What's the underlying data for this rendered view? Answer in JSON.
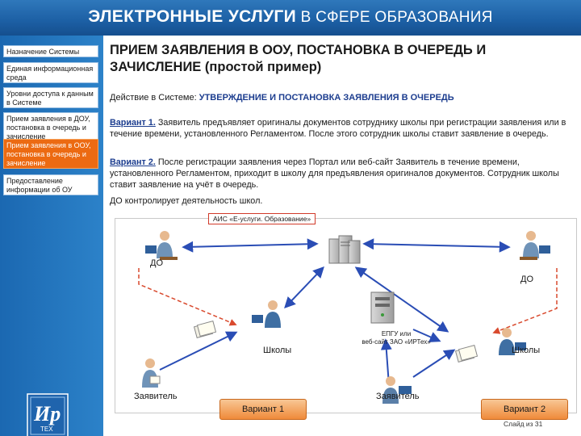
{
  "header": {
    "title_bold": "ЭЛЕКТРОННЫЕ УСЛУГИ",
    "title_rest": " В СФЕРЕ ОБРАЗОВАНИЯ"
  },
  "sidebar": {
    "items": [
      {
        "label": "Назначение Системы"
      },
      {
        "label": "Единая информационная среда"
      },
      {
        "label": "Уровни доступа к данным в Системе"
      },
      {
        "label": "Прием заявления в ДОУ, постановка в очередь и зачисление"
      },
      {
        "label": "Прием заявления в ООУ, постановка в очередь и зачисление",
        "active": true
      },
      {
        "label": "Предоставление информации об ОУ"
      }
    ],
    "logo_text": "Ир",
    "logo_subtext": "ТЕХ"
  },
  "main": {
    "title_bold": "ПРИЕМ ЗАЯВЛЕНИЯ В ООУ, ПОСТАНОВКА В ОЧЕРЕДЬ И",
    "title_normal": "ЗАЧИСЛЕНИЕ (простой пример)",
    "action_prefix": "Действие в Системе: ",
    "action_value": "УТВЕРЖДЕНИЕ И ПОСТАНОВКА ЗАЯВЛЕНИЯ В ОЧЕРЕДЬ",
    "variant1_label": "Вариант 1.",
    "variant1_text": " Заявитель предъявляет оригиналы документов сотруднику школы при регистрации заявления или в течение времени, установленного Регламентом. После этого сотрудник школы ставит заявление в очередь.",
    "variant2_label": "Вариант 2.",
    "variant2_text": " После регистрации заявления через Портал или веб-сайт Заявитель в течение времени, установленного Регламентом, приходит в школу для предъявления оригиналов документов. Сотрудник школы ставит заявление на учёт в очередь.",
    "do_control": "ДО контролирует деятельность школ."
  },
  "diagram": {
    "ais_label": "АИС «Е-услуги. Образование»",
    "do_left": "ДО",
    "do_right": "ДО",
    "schools_left": "Школы",
    "schools_right": "Школы",
    "applicant_left": "Заявитель",
    "applicant_right": "Заявитель",
    "epgu_line1": "ЕПГУ или",
    "epgu_line2": "веб-сайт ЗАО «ИРТех»",
    "variant1_box": "Вариант 1",
    "variant2_box": "Вариант 2",
    "accent_arrow": "#2a4db5",
    "accent_dashed": "#d94a2e",
    "accent_box": "#ef8a3a"
  },
  "footer": {
    "slide_number": "Слайд из 31"
  }
}
